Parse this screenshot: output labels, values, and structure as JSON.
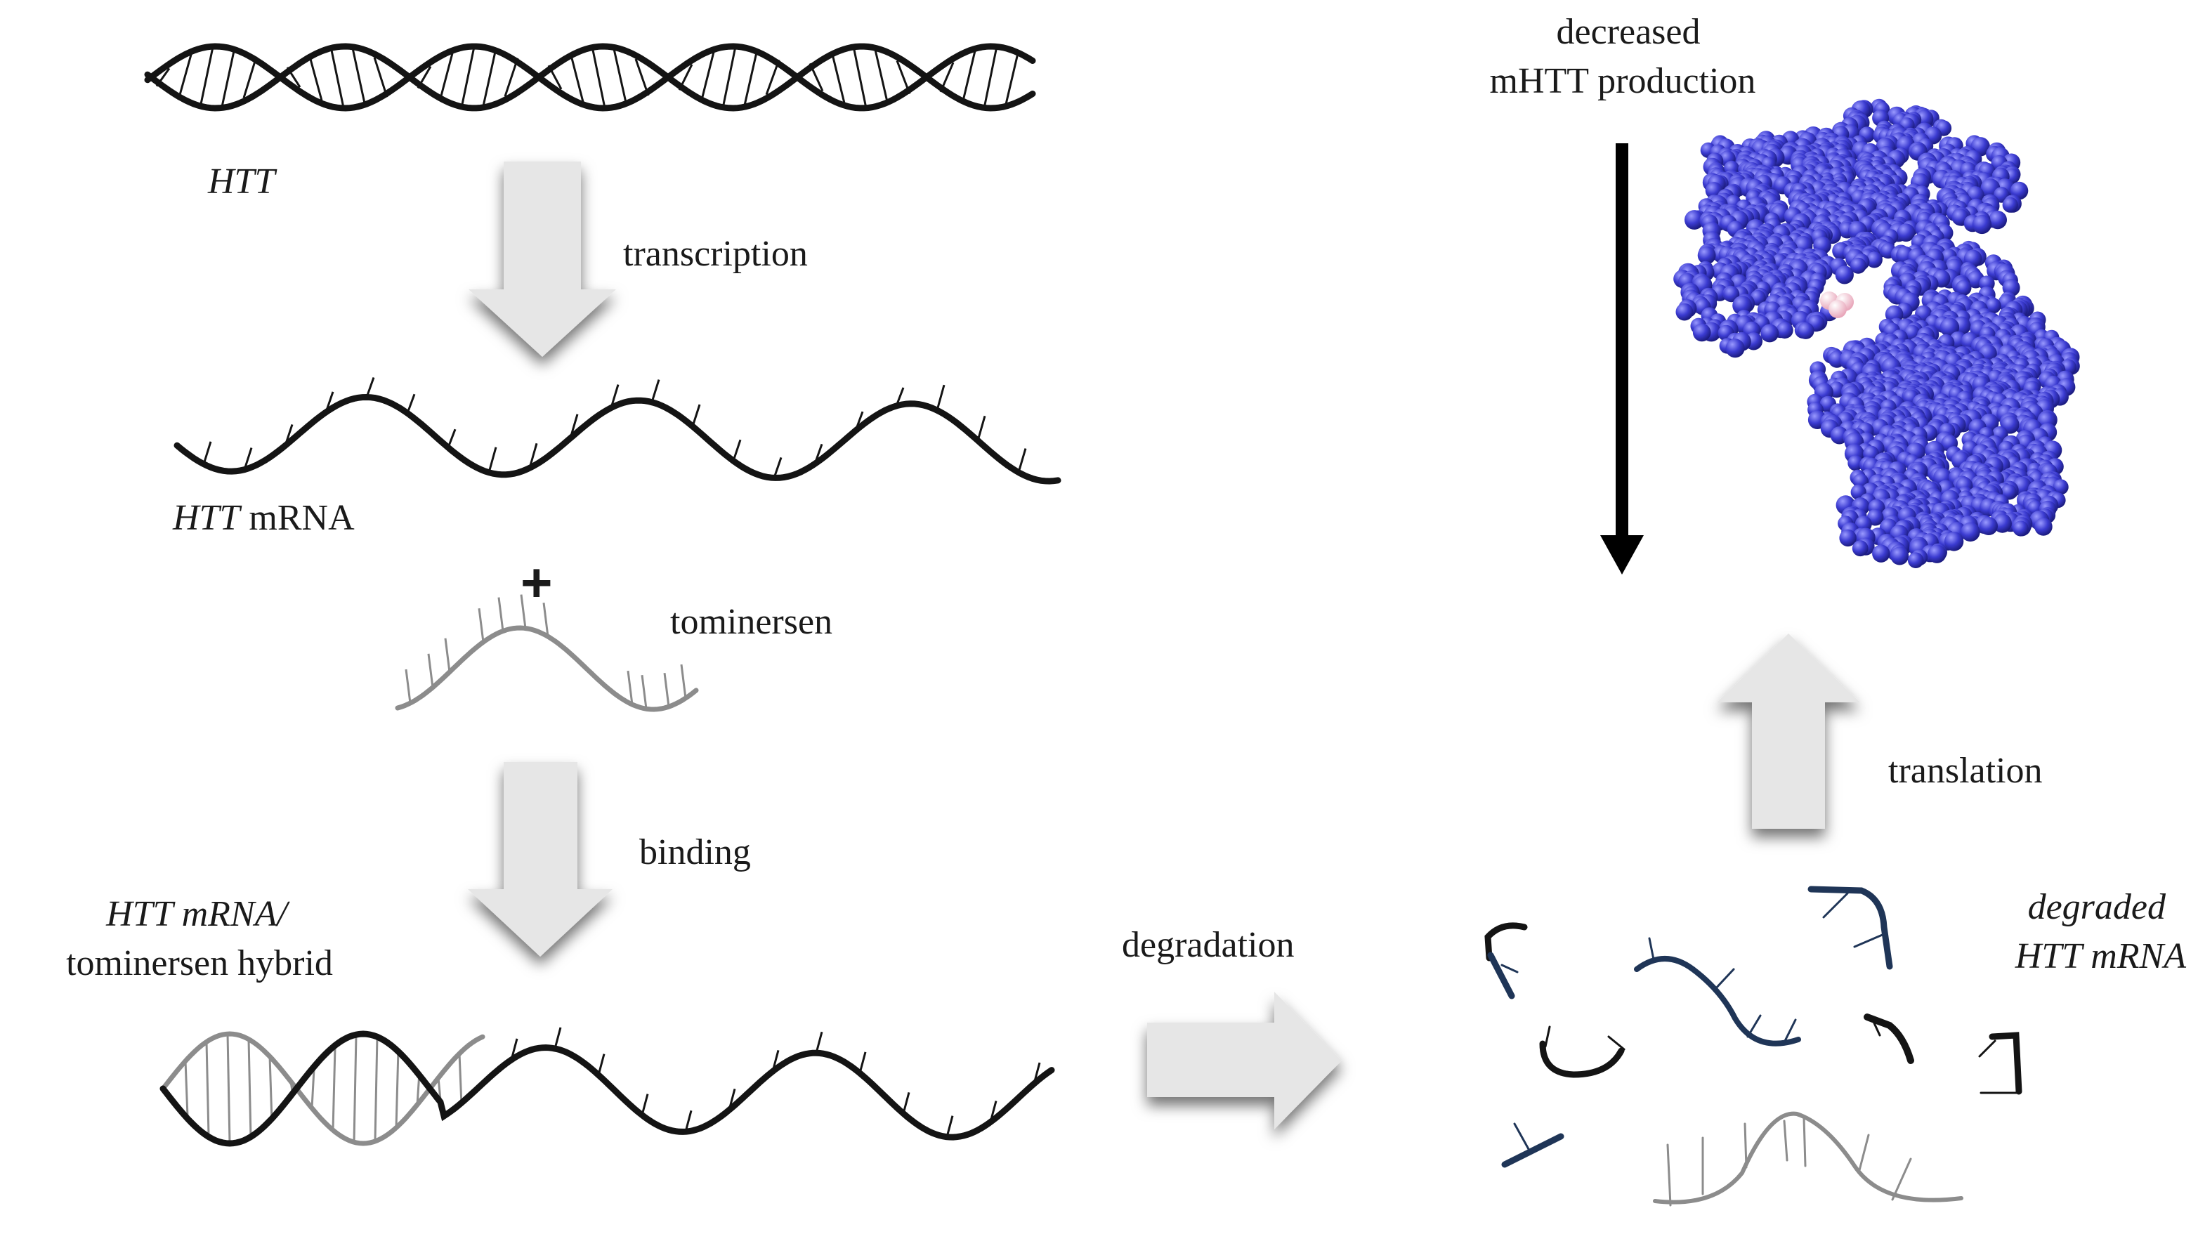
{
  "labels": {
    "htt_gene": "HTT",
    "transcription": "transcription",
    "htt_mrna_italic": "HTT",
    "htt_mrna_rest": " mRNA",
    "plus": "+",
    "tominersen": "tominersen",
    "binding": "binding",
    "hybrid_line1": "HTT mRNA/",
    "hybrid_line2": "tominersen hybrid",
    "degradation": "degradation",
    "degraded_line1": "degraded",
    "degraded_line2": "HTT mRNA",
    "translation": "translation",
    "decreased_line1": "decreased",
    "decreased_line2": "mHTT production"
  },
  "colors": {
    "strand_dark": "#141414",
    "strand_grey": "#8c8c8c",
    "strand_navy": "#1f3557",
    "arrow_fill": "#e6e6e6",
    "protein": "#3b3bd1",
    "protein_highlight": "#f0b8c8",
    "down_arrow": "#000000"
  }
}
